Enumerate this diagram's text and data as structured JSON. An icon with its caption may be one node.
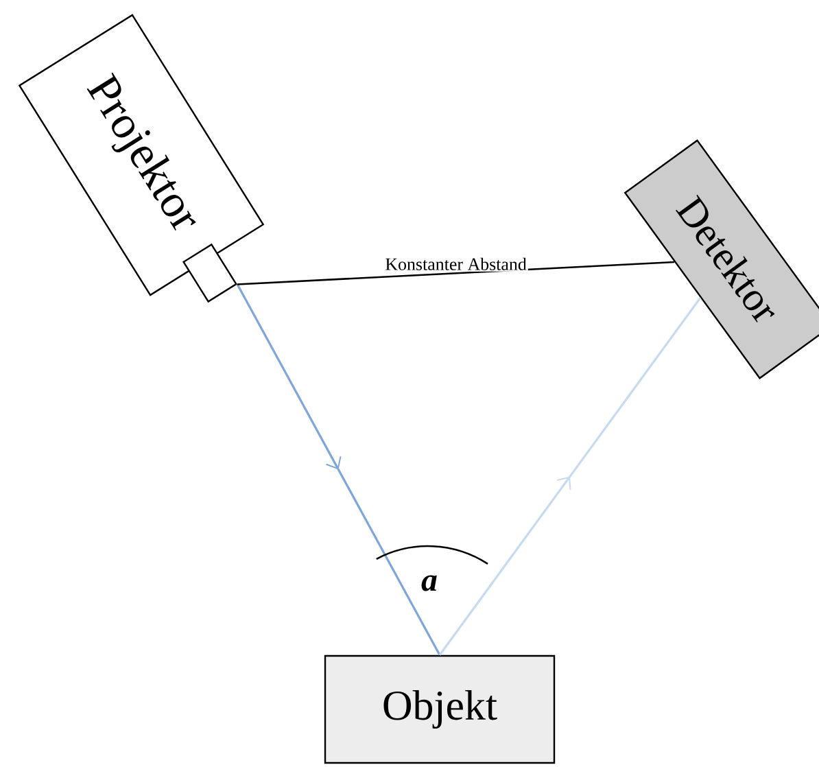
{
  "diagram": {
    "nodes": [
      {
        "text": [
          "Projektor"
        ]
      },
      {
        "text": [],
        "shape": "box"
      },
      {
        "text": [
          "Detektor"
        ]
      },
      {
        "text": [
          "Objekt"
        ]
      }
    ],
    "edges": [
      {
        "from": 1,
        "to": 3,
        "arrow": "to",
        "color": "#7ea6d9"
      },
      {
        "from": 3,
        "to": 2,
        "arrow": "to",
        "color": "#c7daf0"
      },
      {
        "from": 1,
        "to": 2,
        "arrow": "none",
        "label": "Konstanter Abstand",
        "color": "#000000"
      }
    ],
    "labels": [
      "a"
    ]
  }
}
